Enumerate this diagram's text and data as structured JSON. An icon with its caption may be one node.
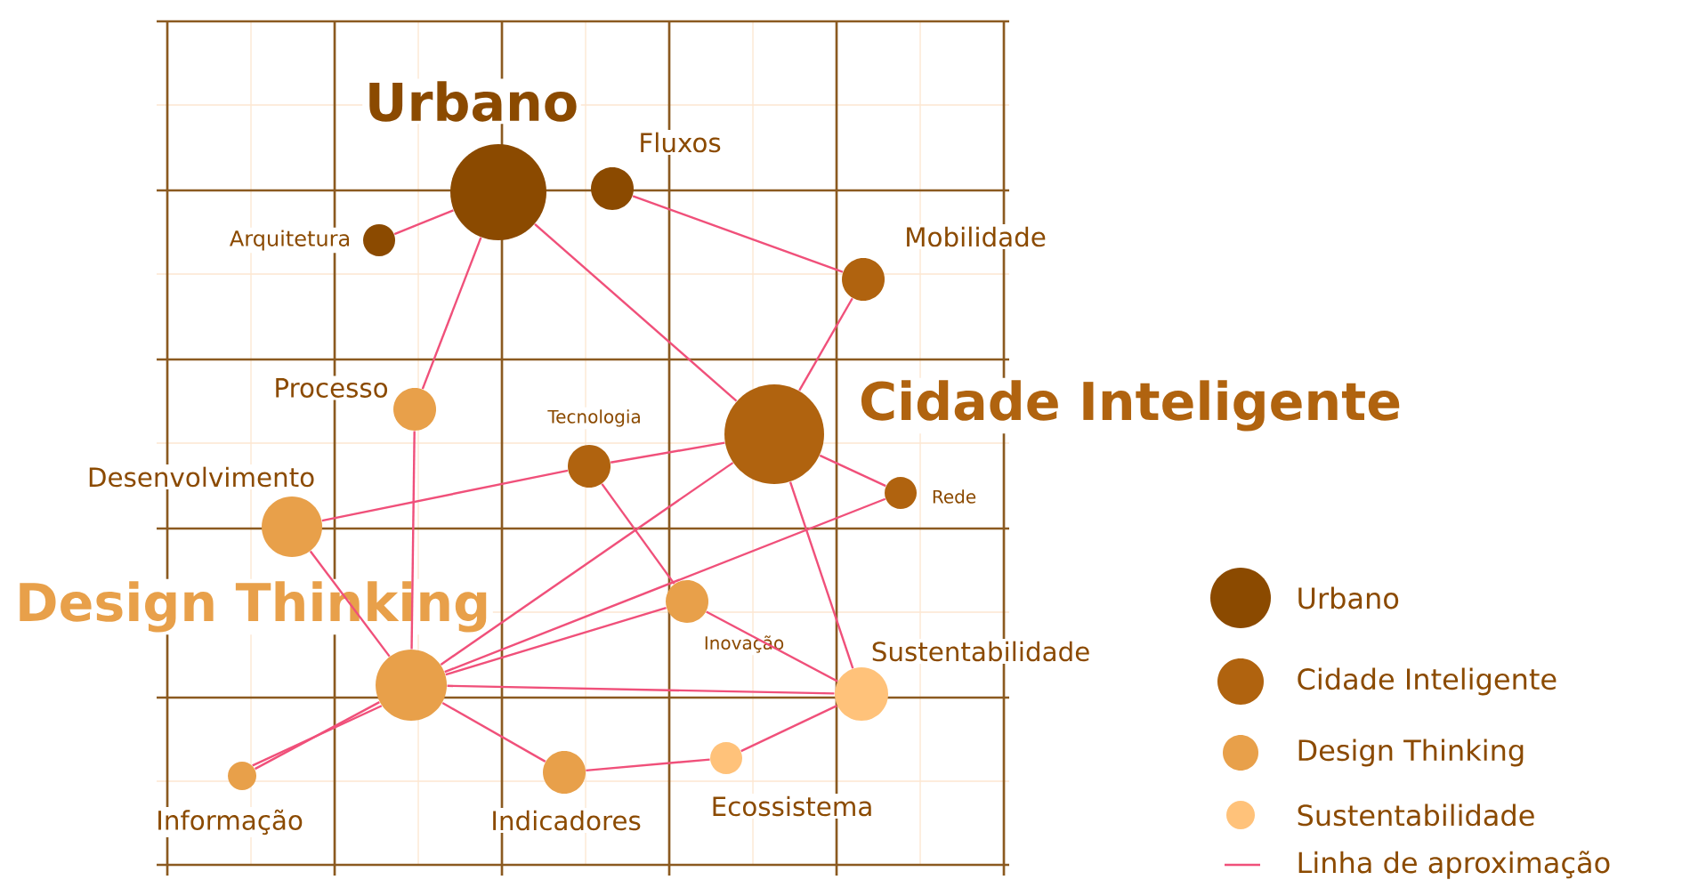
{
  "diagram": {
    "nodes": [
      {
        "text": [
          "Urbano"
        ]
      },
      {
        "text": [
          "Fluxos"
        ]
      },
      {
        "text": [
          "Arquitetura"
        ]
      },
      {
        "text": [
          "Mobilidade"
        ]
      },
      {
        "text": [
          "Processo"
        ]
      },
      {
        "text": [
          "Cidade Inteligente"
        ]
      },
      {
        "text": [
          "Tecnologia"
        ]
      },
      {
        "text": [
          "Rede"
        ]
      },
      {
        "text": [
          "Desenvolvimento"
        ]
      },
      {
        "text": [
          "Inovação"
        ]
      },
      {
        "text": [
          "Design Thinking"
        ]
      },
      {
        "text": [
          "Sustentabilidade"
        ]
      },
      {
        "text": [
          "Informação"
        ]
      },
      {
        "text": [
          "Indicadores"
        ]
      },
      {
        "text": [
          "Ecossistema"
        ]
      }
    ],
    "edges": [
      {
        "from": 0,
        "to": 2,
        "arrow": "none"
      },
      {
        "from": 0,
        "to": 4,
        "arrow": "none"
      },
      {
        "from": 0,
        "to": 5,
        "arrow": "none"
      },
      {
        "from": 1,
        "to": 3,
        "arrow": "none"
      },
      {
        "from": 3,
        "to": 5,
        "arrow": "none"
      },
      {
        "from": 4,
        "to": 10,
        "arrow": "none"
      },
      {
        "from": 8,
        "to": 6,
        "arrow": "none"
      },
      {
        "from": 6,
        "to": 5,
        "arrow": "none"
      },
      {
        "from": 5,
        "to": 7,
        "arrow": "none"
      },
      {
        "from": 5,
        "to": 11,
        "arrow": "none"
      },
      {
        "from": 6,
        "to": 9,
        "arrow": "none"
      },
      {
        "from": 9,
        "to": 11,
        "arrow": "none"
      },
      {
        "from": 8,
        "to": 10,
        "arrow": "none"
      },
      {
        "from": 10,
        "to": 5,
        "arrow": "none"
      },
      {
        "from": 10,
        "to": 9,
        "arrow": "none"
      },
      {
        "from": 10,
        "to": 7,
        "arrow": "none"
      },
      {
        "from": 10,
        "to": 11,
        "arrow": "none"
      },
      {
        "from": 10,
        "to": 12,
        "arrow": "none"
      },
      {
        "from": 10,
        "to": 12,
        "arrow": "none"
      },
      {
        "from": 10,
        "to": 13,
        "arrow": "none"
      },
      {
        "from": 13,
        "to": 14,
        "arrow": "none"
      },
      {
        "from": 14,
        "to": 11,
        "arrow": "none"
      }
    ],
    "legend": [
      {
        "text": "Urbano",
        "color": "#8b4a00"
      },
      {
        "text": "Cidade Inteligente",
        "color": "#b0630f"
      },
      {
        "text": "Design Thinking",
        "color": "#e8a04a"
      },
      {
        "text": "Sustentabilidade",
        "color": "#ffc27a"
      },
      {
        "text": "Linha de aproximação"
      }
    ]
  }
}
